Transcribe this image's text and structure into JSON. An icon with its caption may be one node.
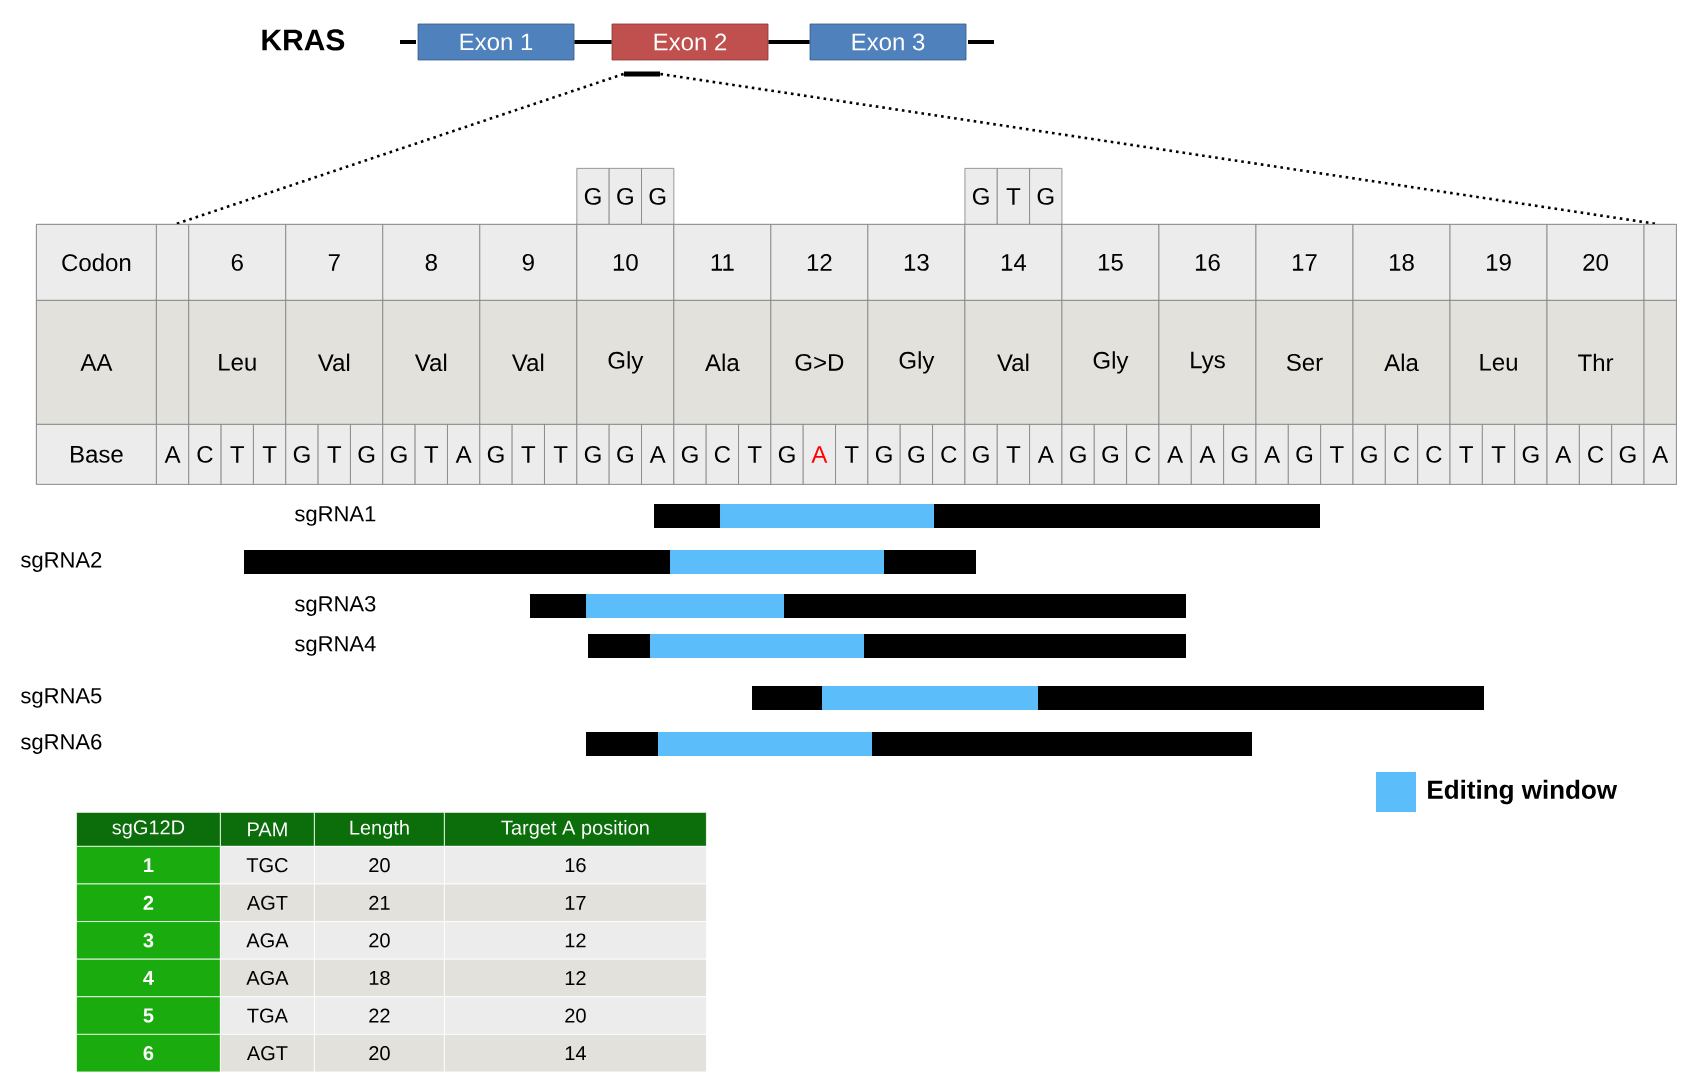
{
  "diagram": {
    "nodes": [
      {
        "text": [
          "Exon 1"
        ]
      },
      {
        "text": [
          "Exon 2"
        ]
      },
      {
        "text": [
          "Exon 3"
        ]
      },
      {
        "text": [],
        "shape": "bar"
      },
      {
        "text": [],
        "shape": "box"
      }
    ],
    "edges": [
      {
        "from": 0,
        "to": 1,
        "arrow": "none"
      },
      {
        "from": 1,
        "to": 2,
        "arrow": "none"
      },
      {
        "from": 3,
        "to": 4,
        "arrow": "none",
        "style": "dashed"
      },
      {
        "from": 3,
        "to": 4,
        "arrow": "none",
        "style": "dashed"
      }
    ],
    "labels": [
      "KRAS",
      "G",
      "G",
      "G",
      "G",
      "T",
      "G",
      "Codon",
      "6",
      "7",
      "8",
      "9",
      "10",
      "11",
      "12",
      "13",
      "14",
      "15",
      "16",
      "17",
      "18",
      "19",
      "20",
      "AA",
      "Leu",
      "Val",
      "Val",
      "Val",
      "Gly",
      "Ala",
      "G>D",
      "Gly",
      "Val",
      "Gly",
      "Lys",
      "Ser",
      "Ala",
      "Leu",
      "Thr",
      "Base",
      "A",
      "C",
      "T",
      "T",
      "G",
      "T",
      "G",
      "G",
      "T",
      "A",
      "G",
      "T",
      "T",
      "G",
      "G",
      "A",
      "G",
      "C",
      "T",
      "G",
      "A",
      "T",
      "G",
      "G",
      "C",
      "G",
      "T",
      "A",
      "G",
      "G",
      "C",
      "A",
      "A",
      "G",
      "A",
      "G",
      "T",
      "G",
      "C",
      "C",
      "T",
      "T",
      "G",
      "A",
      "C",
      "G",
      "A",
      "sgRNA1",
      "sgRNA2",
      "sgRNA3",
      "sgRNA4",
      "sgRNA5",
      "sgRNA6",
      "sgG12D",
      "PAM",
      "Length",
      "Target A position",
      "1",
      "TGC",
      "20",
      "16",
      "2",
      "AGT",
      "21",
      "17",
      "3",
      "AGA",
      "20",
      "12",
      "4",
      "AGA",
      "18",
      "12",
      "5",
      "TGA",
      "22",
      "20",
      "6",
      "AGT",
      "20",
      "14"
    ],
    "legend": [
      {
        "text": "Editing window",
        "color": "#5bbdf9"
      }
    ]
  }
}
